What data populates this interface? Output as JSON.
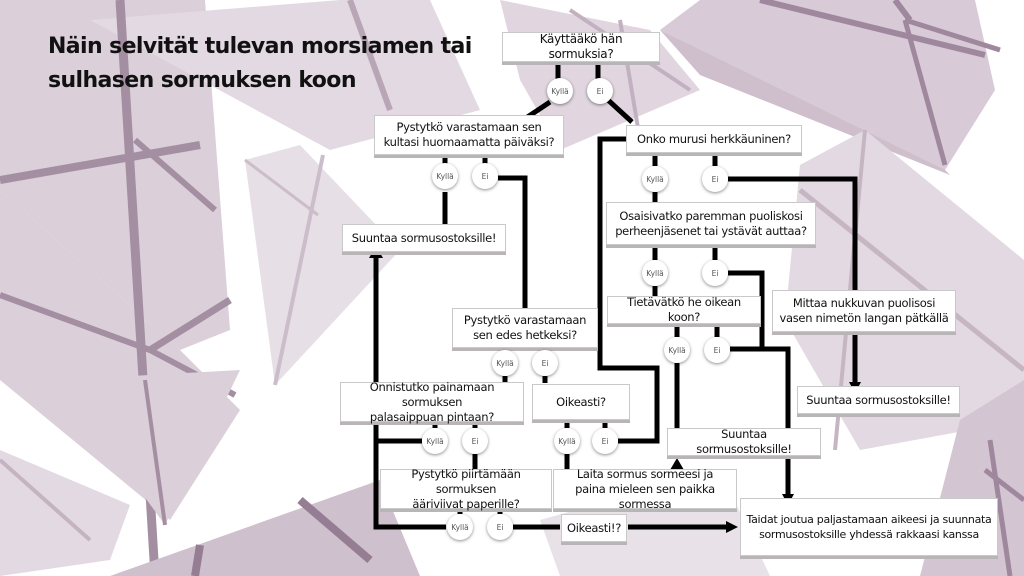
{
  "title": {
    "line1": "Näin selvität tulevan morsiamen tai",
    "line2": "sulhasen sormuksen koon"
  },
  "answers": {
    "yes": "Kyllä",
    "no": "Ei"
  },
  "nodes": {
    "q_uses_rings": "Käyttääkö hän sormuksia?",
    "q_steal_day": "Pystytkö varastamaan sen\nkultasi huomaamatta päiväksi?",
    "go_shopping_1": "Suuntaa sormusostoksille!",
    "q_sensitive": "Onko murusi herkkäuninen?",
    "q_family_help": "Osaisivatko paremman puoliskosi\nperheenjäsenet tai ystävät auttaa?",
    "q_know_size": "Tietävätkö he oikean koon?",
    "measure_sleeping": "Mittaa nukkuvan puolisosi\nvasen nimetön langan pätkällä",
    "go_shopping_2": "Suuntaa sormusostoksille!",
    "q_steal_moment": "Pystytkö varastamaan\nsen edes hetkeksi?",
    "q_press_soap": "Onnistutko painamaan sormuksen\npalasaippuan pintaan?",
    "q_really_1": "Oikeasti?",
    "go_shopping_3": "Suuntaa sormusostoksille!",
    "q_draw_outline": "Pystytkö piirtämään sormuksen\nääriviivat paperille?",
    "try_on_finger": "Laita sormus sormeesi ja\npaina mieleen sen paikka sormessa",
    "q_really_2": "Oikeasti!?",
    "reveal_intent": "Taidat joutua paljastamaan aikeesi ja suunnata\nsormusostoksille yhdessä rakkaasi kanssa"
  },
  "colors": {
    "background": "#ffffff",
    "shape_light": "#e6dde5",
    "shape_mid": "#d9ccd7",
    "shape_line": "#a38fa1",
    "connector": "#000000",
    "text": "#111111"
  }
}
